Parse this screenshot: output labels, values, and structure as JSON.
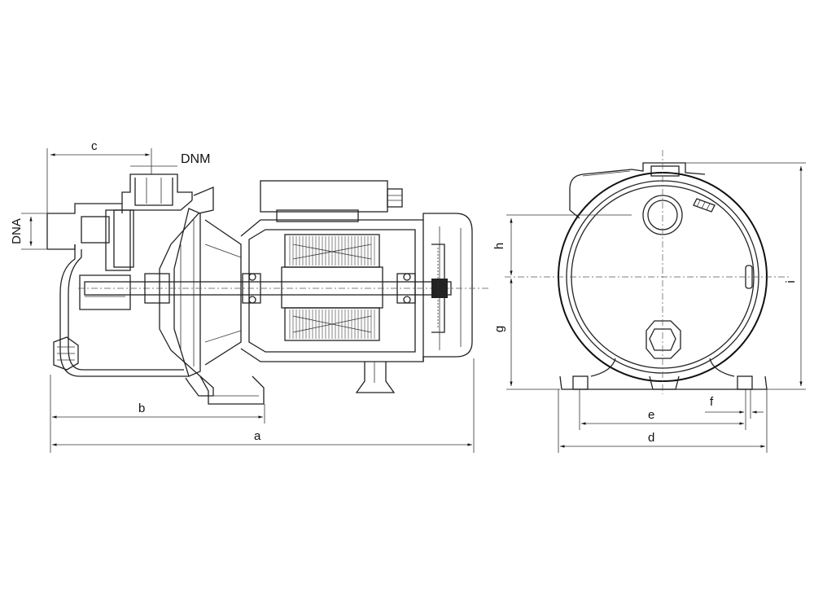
{
  "labels": {
    "a": "a",
    "b": "b",
    "c": "c",
    "d": "d",
    "e": "e",
    "f": "f",
    "g": "g",
    "h": "h",
    "i": "i",
    "dna": "DNA",
    "dnm": "DNM"
  }
}
